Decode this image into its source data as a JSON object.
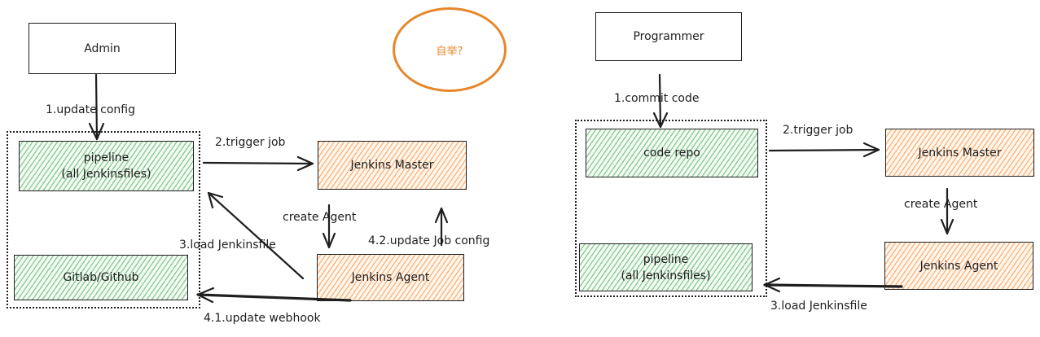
{
  "left": {
    "admin": "Admin",
    "pipeline": "pipeline\n(all Jenkinsfiles)",
    "gitlab": "Gitlab/Github",
    "master": "Jenkins Master",
    "agent": "Jenkins Agent",
    "ellipse_note": "自举?",
    "labels": {
      "update_config": "1.update config",
      "trigger_job": "2.trigger job",
      "create_agent": "create Agent",
      "load_jenkinsfile": "3.load Jenkinsfile",
      "update_job_config": "4.2.update Job config",
      "update_webhook": "4.1.update webhook"
    }
  },
  "right": {
    "programmer": "Programmer",
    "code_repo": "code repo",
    "pipeline": "pipeline\n(all Jenkinsfiles)",
    "master": "Jenkins Master",
    "agent": "Jenkins Agent",
    "labels": {
      "commit_code": "1.commit code",
      "trigger_job": "2.trigger job",
      "create_agent": "create Agent",
      "load_jenkinsfile": "3.load Jenkinsfile"
    }
  },
  "colors": {
    "stroke": "#1e1e1e",
    "green_fill": "#2f9e44",
    "orange_fill": "#f77b1e",
    "ellipse": "#e8862a"
  }
}
